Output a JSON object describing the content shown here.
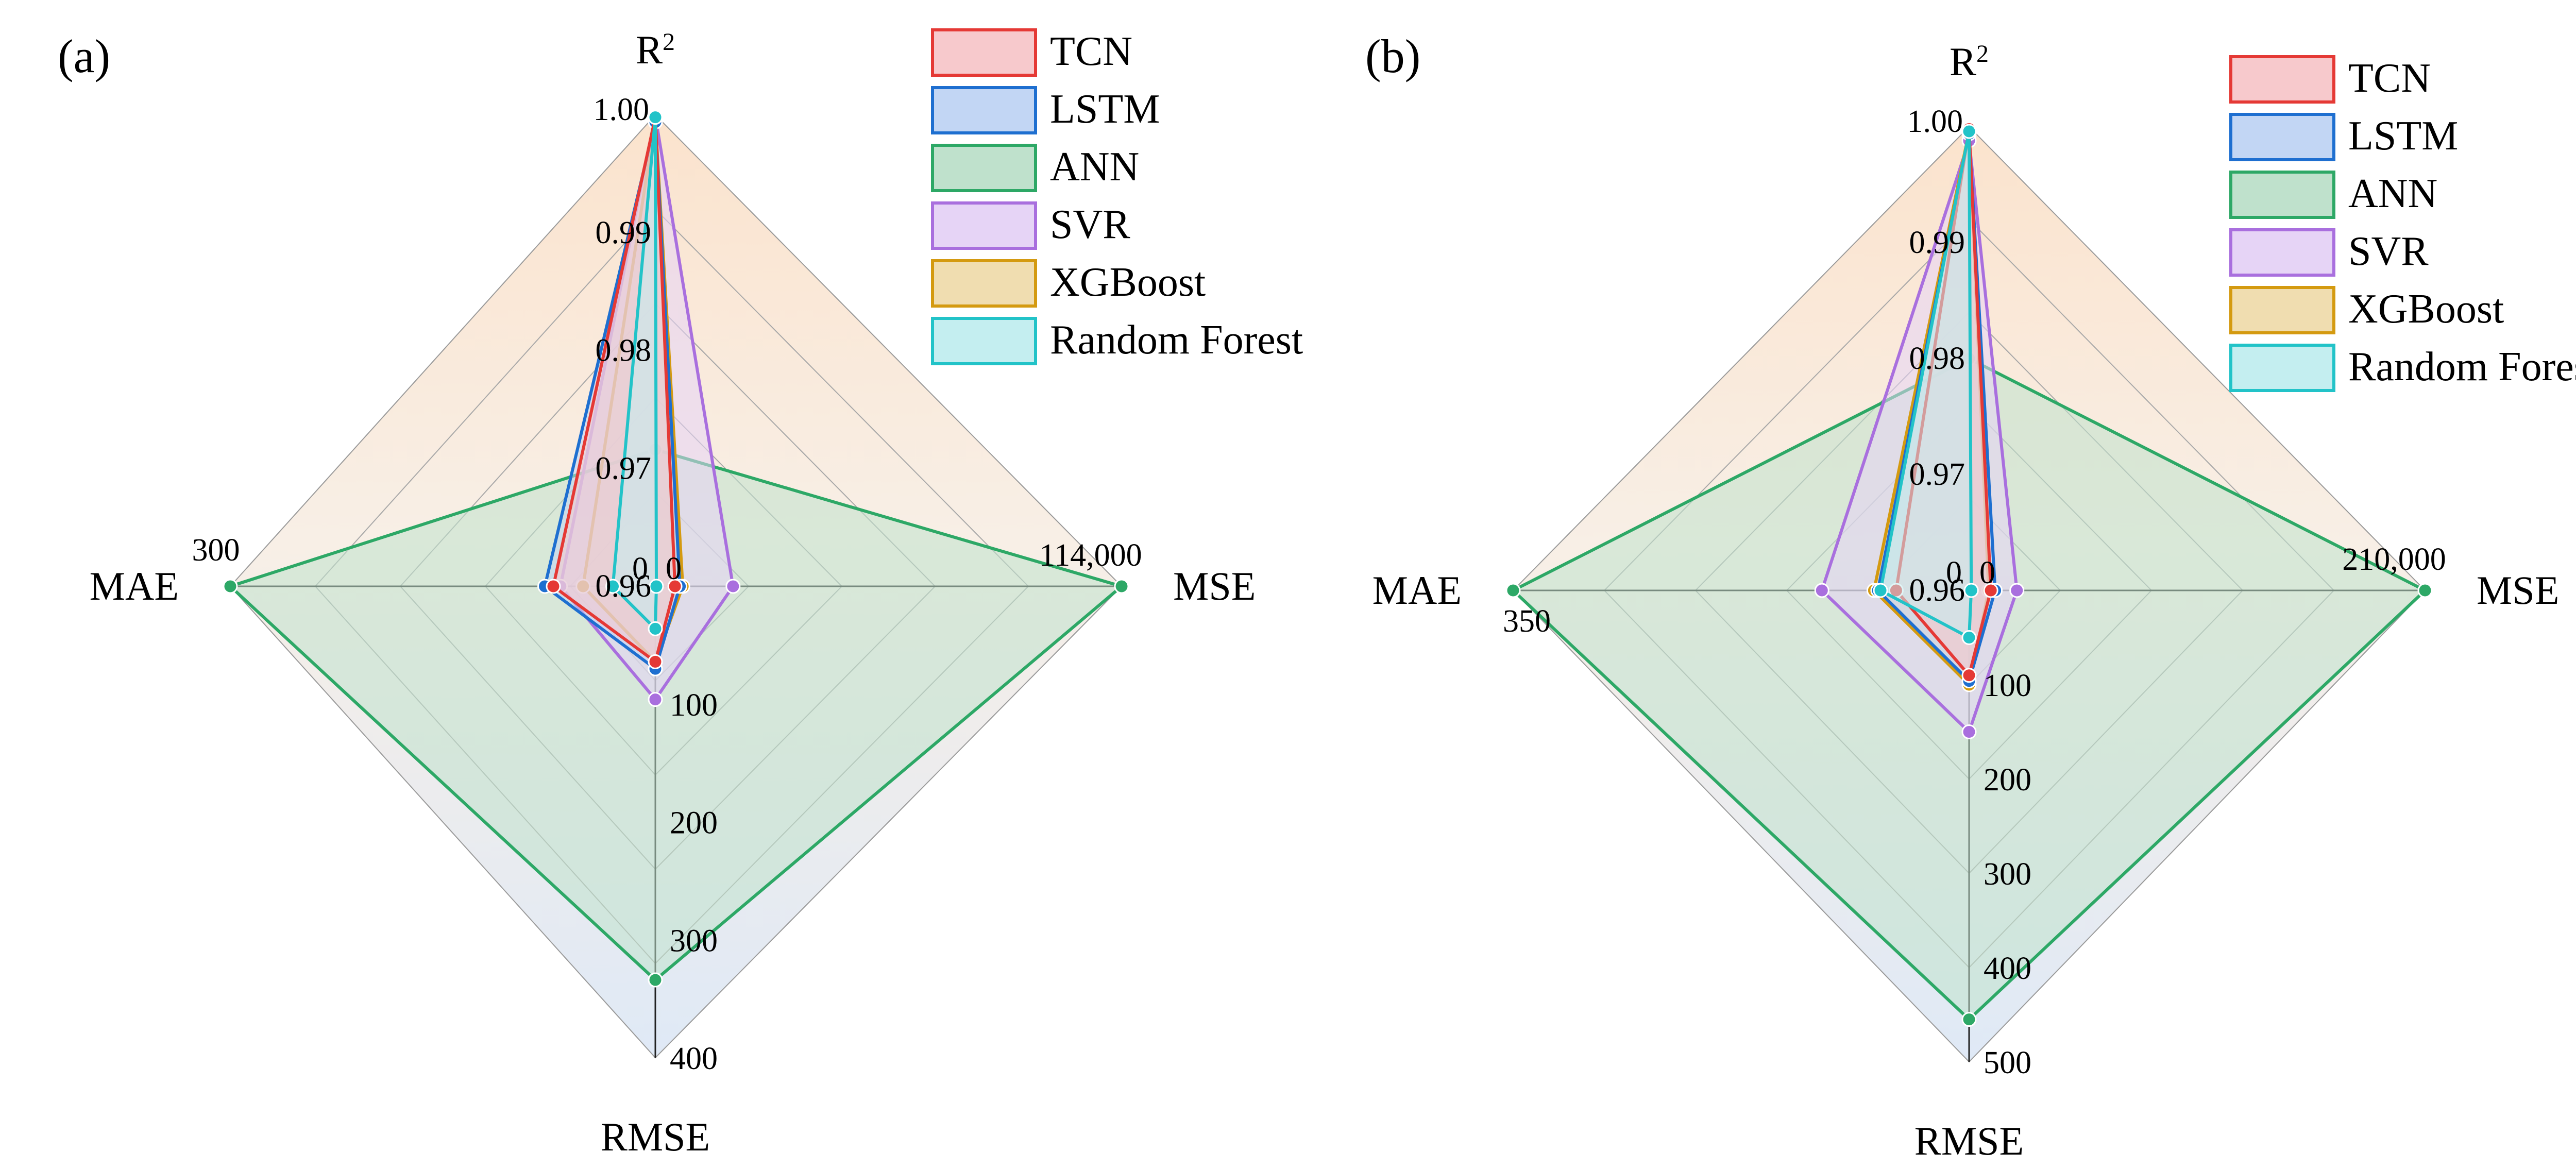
{
  "chart_data": [
    {
      "type": "radar",
      "panel_label": "(a)",
      "axes": [
        {
          "name": "R",
          "sup": "2",
          "min": 0.96,
          "max": 1.0,
          "ticks": [
            "0.96",
            "0.97",
            "0.98",
            "0.99",
            "1.00"
          ],
          "tick_side": "left"
        },
        {
          "name": "MSE",
          "min": 0,
          "max": 114000,
          "ticks": [
            "0",
            "114,000"
          ]
        },
        {
          "name": "RMSE",
          "min": 0,
          "max": 400,
          "ticks": [
            "100",
            "200",
            "300",
            "400"
          ]
        },
        {
          "name": "MAE",
          "min": 0,
          "max": 300,
          "ticks": [
            "0",
            "300"
          ]
        }
      ],
      "series": [
        {
          "name": "TCN",
          "color": "#e53935",
          "fill": "#f7c9cc",
          "values": [
            0.9998,
            4800,
            64,
            72
          ]
        },
        {
          "name": "LSTM",
          "color": "#1e6fd0",
          "fill": "#c2d6f4",
          "values": [
            0.9994,
            6000,
            70,
            78
          ]
        },
        {
          "name": "ANN",
          "color": "#2da866",
          "fill": "#bfe1cc",
          "values": [
            0.9716,
            114000,
            334,
            300
          ]
        },
        {
          "name": "SVR",
          "color": "#a96fde",
          "fill": "#e6d4f6",
          "values": [
            0.9999,
            19000,
            96,
            67
          ]
        },
        {
          "name": "XGBoost",
          "color": "#d49a10",
          "fill": "#f0ddb0",
          "values": [
            0.9996,
            6700,
            64,
            51
          ]
        },
        {
          "name": "Random Forest",
          "color": "#22c3c8",
          "fill": "#c4eef0",
          "values": [
            0.9998,
            250,
            36,
            30
          ]
        }
      ]
    },
    {
      "type": "radar",
      "panel_label": "(b)",
      "axes": [
        {
          "name": "R",
          "sup": "2",
          "min": 0.96,
          "max": 1.0,
          "ticks": [
            "0.96",
            "0.97",
            "0.98",
            "0.99",
            "1.00"
          ],
          "tick_side": "left"
        },
        {
          "name": "MSE",
          "min": 0,
          "max": 210000,
          "ticks": [
            "0",
            "210,000"
          ]
        },
        {
          "name": "RMSE",
          "min": 0,
          "max": 500,
          "ticks": [
            "100",
            "200",
            "300",
            "400",
            "500"
          ]
        },
        {
          "name": "MAE",
          "min": 0,
          "max": 350,
          "ticks": [
            "0",
            "350"
          ]
        }
      ],
      "series": [
        {
          "name": "TCN",
          "color": "#e53935",
          "fill": "#f7c9cc",
          "values": [
            0.9998,
            10000,
            90,
            56
          ]
        },
        {
          "name": "LSTM",
          "color": "#1e6fd0",
          "fill": "#c2d6f4",
          "values": [
            0.9994,
            12000,
            96,
            70
          ]
        },
        {
          "name": "ANN",
          "color": "#2da866",
          "fill": "#bfe1cc",
          "values": [
            0.98,
            210000,
            455,
            350
          ]
        },
        {
          "name": "SVR",
          "color": "#a96fde",
          "fill": "#e6d4f6",
          "values": [
            0.9988,
            22000,
            150,
            113
          ]
        },
        {
          "name": "XGBoost",
          "color": "#d49a10",
          "fill": "#f0ddb0",
          "values": [
            0.9996,
            9000,
            100,
            73
          ]
        },
        {
          "name": "Random Forest",
          "color": "#22c3c8",
          "fill": "#c4eef0",
          "values": [
            0.9996,
            1000,
            50,
            68
          ]
        }
      ]
    }
  ]
}
